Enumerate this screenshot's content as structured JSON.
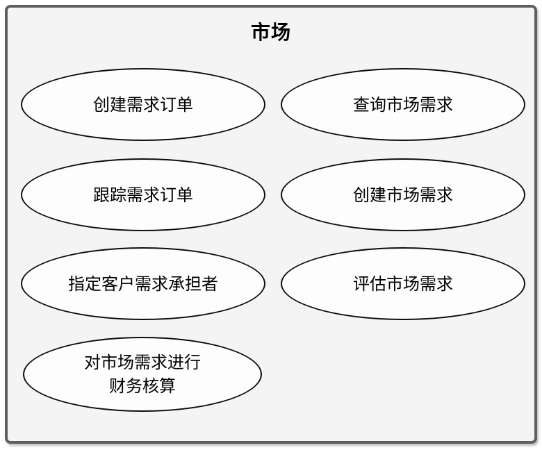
{
  "diagram": {
    "title": "市场",
    "use_cases": [
      {
        "label": "创建需求订单"
      },
      {
        "label": "查询市场需求"
      },
      {
        "label": "跟踪需求订单"
      },
      {
        "label": "创建市场需求"
      },
      {
        "label": "指定客户需求承担者"
      },
      {
        "label": "评估市场需求"
      },
      {
        "label": "对市场需求进行",
        "label2": "财务核算"
      }
    ],
    "colors": {
      "frame_border": "#5f5f5f",
      "frame_background": "#f4f4f4",
      "ellipse_fill": "#fdfdfd",
      "ellipse_stroke": "#0d0d0d",
      "text": "#000000"
    }
  }
}
